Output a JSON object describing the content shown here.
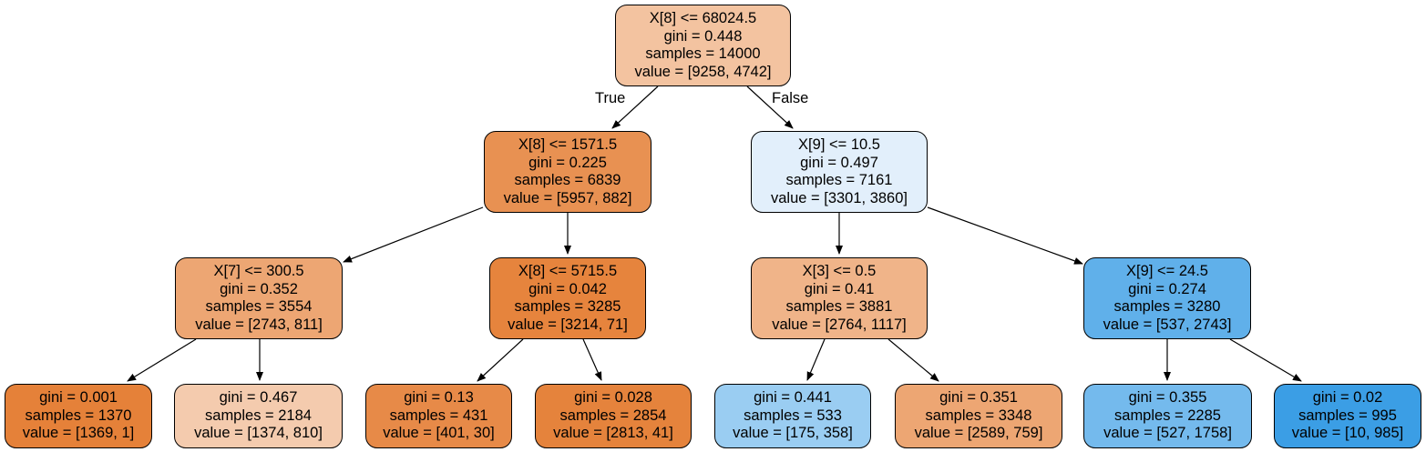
{
  "tree": {
    "edge_labels": {
      "true_label": "True",
      "false_label": "False"
    },
    "nodes": {
      "root": {
        "lines": [
          "X[8] <= 68024.5",
          "gini = 0.448",
          "samples = 14000",
          "value = [9258, 4742]"
        ],
        "color": "#f3c3a0"
      },
      "n1": {
        "lines": [
          "X[8] <= 1571.5",
          "gini = 0.225",
          "samples = 6839",
          "value = [5957, 882]"
        ],
        "color": "#e89152"
      },
      "n2": {
        "lines": [
          "X[9] <= 10.5",
          "gini = 0.497",
          "samples = 7161",
          "value = [3301, 3860]"
        ],
        "color": "#e2effb"
      },
      "n3": {
        "lines": [
          "X[7] <= 300.5",
          "gini = 0.352",
          "samples = 3554",
          "value = [2743, 811]"
        ],
        "color": "#eda673"
      },
      "n4": {
        "lines": [
          "X[8] <= 5715.5",
          "gini = 0.042",
          "samples = 3285",
          "value = [3214, 71]"
        ],
        "color": "#e6843d"
      },
      "n5": {
        "lines": [
          "X[3] <= 0.5",
          "gini = 0.41",
          "samples = 3881",
          "value = [2764, 1117]"
        ],
        "color": "#f0b489"
      },
      "n6": {
        "lines": [
          "X[9] <= 24.5",
          "gini = 0.274",
          "samples = 3280",
          "value = [537, 2743]"
        ],
        "color": "#60b0ea"
      },
      "l1": {
        "lines": [
          "gini = 0.001",
          "samples = 1370",
          "value = [1369, 1]"
        ],
        "color": "#e58139"
      },
      "l2": {
        "lines": [
          "gini = 0.467",
          "samples = 2184",
          "value = [1374, 810]"
        ],
        "color": "#f4cbae"
      },
      "l3": {
        "lines": [
          "gini = 0.13",
          "samples = 431",
          "value = [401, 30]"
        ],
        "color": "#e78a48"
      },
      "l4": {
        "lines": [
          "gini = 0.028",
          "samples = 2854",
          "value = [2813, 41]"
        ],
        "color": "#e5833c"
      },
      "l5": {
        "lines": [
          "gini = 0.441",
          "samples = 533",
          "value = [175, 358]"
        ],
        "color": "#9acdf2"
      },
      "l6": {
        "lines": [
          "gini = 0.351",
          "samples = 3348",
          "value = [2589, 759]"
        ],
        "color": "#eda673"
      },
      "l7": {
        "lines": [
          "gini = 0.355",
          "samples = 2285",
          "value = [527, 1758]"
        ],
        "color": "#74baed"
      },
      "l8": {
        "lines": [
          "gini = 0.02",
          "samples = 995",
          "value = [10, 985]"
        ],
        "color": "#3b9ee5"
      }
    }
  }
}
